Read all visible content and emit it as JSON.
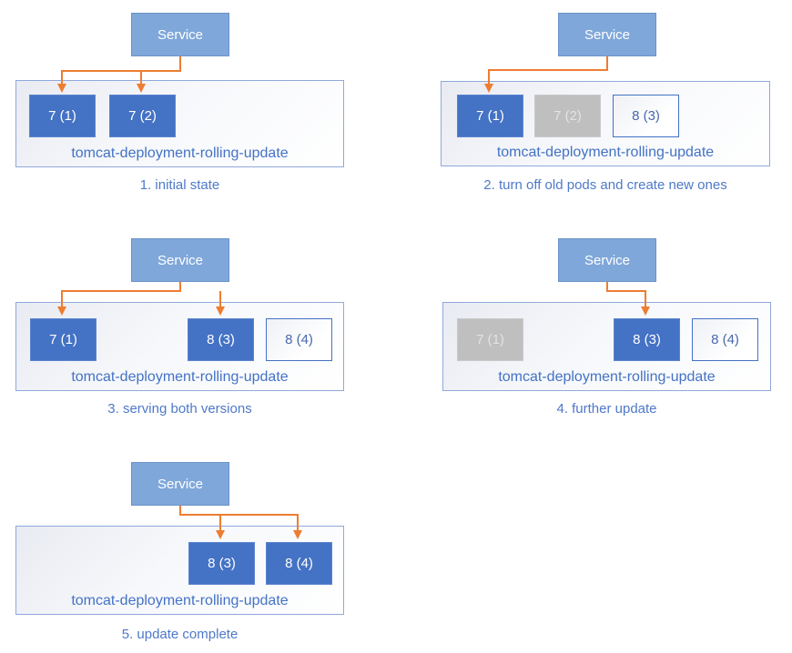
{
  "colors": {
    "service_fill": "#7FA7D9",
    "service_border": "#6B94C9",
    "pod_active_fill": "#4472C4",
    "pod_inactive_fill": "#BFBFBF",
    "pod_inactive_text": "#E3E3E3",
    "pod_new_border": "#4472C4",
    "pod_new_text": "#4A68AE",
    "container_border": "#8FA9DB",
    "label_text": "#4472C4",
    "caption_text": "#4E79C9",
    "arrow": "#ED7D31"
  },
  "panels": [
    {
      "id": "initial-state",
      "service_label": "Service",
      "deployment_label": "tomcat-deployment-rolling-update",
      "caption": "1. initial state",
      "pods": [
        {
          "label": "7 (1)",
          "state": "active"
        },
        {
          "label": "7 (2)",
          "state": "active"
        }
      ]
    },
    {
      "id": "turn-off-old-pods",
      "service_label": "Service",
      "deployment_label": "tomcat-deployment-rolling-update",
      "caption": "2. turn off old pods and create new ones",
      "pods": [
        {
          "label": "7 (1)",
          "state": "active"
        },
        {
          "label": "7 (2)",
          "state": "inactive"
        },
        {
          "label": "8 (3)",
          "state": "new"
        }
      ]
    },
    {
      "id": "serving-both-versions",
      "service_label": "Service",
      "deployment_label": "tomcat-deployment-rolling-update",
      "caption": "3. serving both versions",
      "pods": [
        {
          "label": "7 (1)",
          "state": "active"
        },
        {
          "label": "8 (3)",
          "state": "active"
        },
        {
          "label": "8 (4)",
          "state": "new"
        }
      ]
    },
    {
      "id": "further-update",
      "service_label": "Service",
      "deployment_label": "tomcat-deployment-rolling-update",
      "caption": "4. further update",
      "pods": [
        {
          "label": "7 (1)",
          "state": "inactive"
        },
        {
          "label": "8 (3)",
          "state": "active"
        },
        {
          "label": "8 (4)",
          "state": "new"
        }
      ]
    },
    {
      "id": "update-complete",
      "service_label": "Service",
      "deployment_label": "tomcat-deployment-rolling-update",
      "caption": "5. update complete",
      "pods": [
        {
          "label": "8 (3)",
          "state": "active"
        },
        {
          "label": "8 (4)",
          "state": "active"
        }
      ]
    }
  ]
}
